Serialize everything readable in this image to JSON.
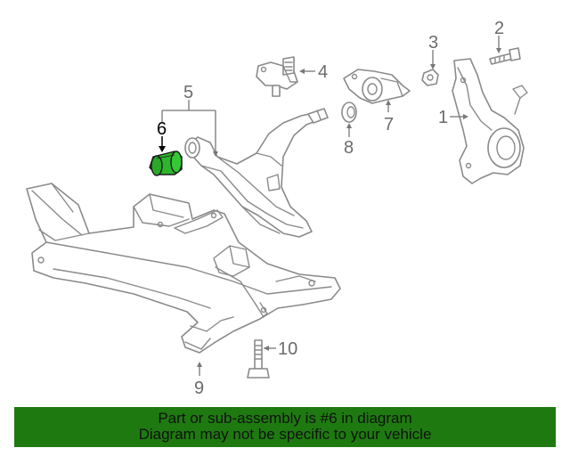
{
  "callouts": {
    "c1": "1",
    "c2": "2",
    "c3": "3",
    "c4": "4",
    "c5": "5",
    "c6": "6",
    "c7": "7",
    "c8": "8",
    "c9": "9",
    "c10": "10"
  },
  "highlighted_part": "6",
  "colors": {
    "banner_bg": "#1e7a10",
    "highlight_part": "#2db52d",
    "line_art": "#8a8a8a"
  },
  "banner": {
    "line1": "Part or sub-assembly is #6 in diagram",
    "line2": "Diagram may not be specific to your vehicle"
  }
}
